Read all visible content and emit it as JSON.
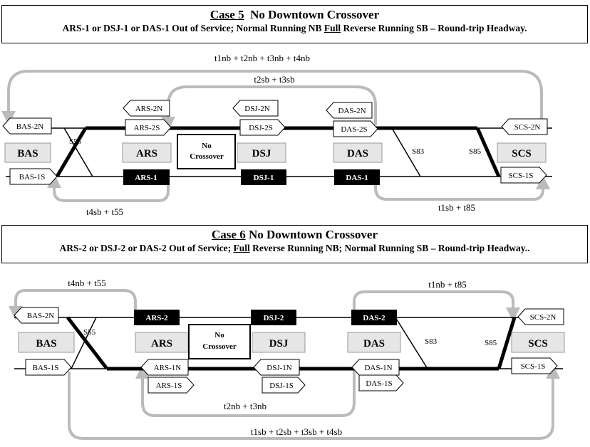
{
  "case5": {
    "title_case": "Case 5",
    "title_rest": "No Downtown Crossover",
    "sub_a": "ARS-1 or DSJ-1 or DAS-1 Out of Service; Normal Running NB ",
    "sub_u": "Full",
    "sub_b": " Reverse Running SB – Round-trip Headway.",
    "stations": [
      "BAS",
      "ARS",
      "DSJ",
      "DAS",
      "SCS"
    ],
    "no_crossover": [
      "No",
      "Crossover"
    ],
    "platforms_top": [
      "BAS-2N",
      "ARS-2N",
      "ARS-2S",
      "DSJ-2N",
      "DSJ-2S",
      "DAS-2N",
      "DAS-2S",
      "SCS-2N"
    ],
    "platforms_bottom": [
      "BAS-1S",
      "SCS-1S"
    ],
    "out_of_service": [
      "ARS-1",
      "DSJ-1",
      "DAS-1"
    ],
    "switches": [
      "S55",
      "S83",
      "S85"
    ],
    "loop_labels": [
      "t1nb + t2nb + t3nb + t4nb",
      "t2sb + t3sb",
      "t4sb + t55",
      "t1sb + t85"
    ]
  },
  "case6": {
    "title_case": "Case 6",
    "title_rest": "No Downtown Crossover",
    "sub_a": "ARS-2 or DSJ-2 or DAS-2 Out of Service; ",
    "sub_u": "Full",
    "sub_b": " Reverse Running NB; Normal Running SB – Round-trip Headway..",
    "stations": [
      "BAS",
      "ARS",
      "DSJ",
      "DAS",
      "SCS"
    ],
    "no_crossover": [
      "No",
      "Crossover"
    ],
    "platforms_top": [
      "BAS-2N",
      "SCS-2N"
    ],
    "platforms_bottom": [
      "BAS-1S",
      "ARS-1N",
      "ARS-1S",
      "DSJ-1N",
      "DSJ-1S",
      "DAS-1N",
      "DAS-1S",
      "SCS-1S"
    ],
    "out_of_service": [
      "ARS-2",
      "DSJ-2",
      "DAS-2"
    ],
    "switches": [
      "S55",
      "S83",
      "S85"
    ],
    "loop_labels": [
      "t4nb + t55",
      "t1nb + t85",
      "t2nb + t3nb",
      "t1sb + t2sb + t3sb + t4sb"
    ]
  }
}
